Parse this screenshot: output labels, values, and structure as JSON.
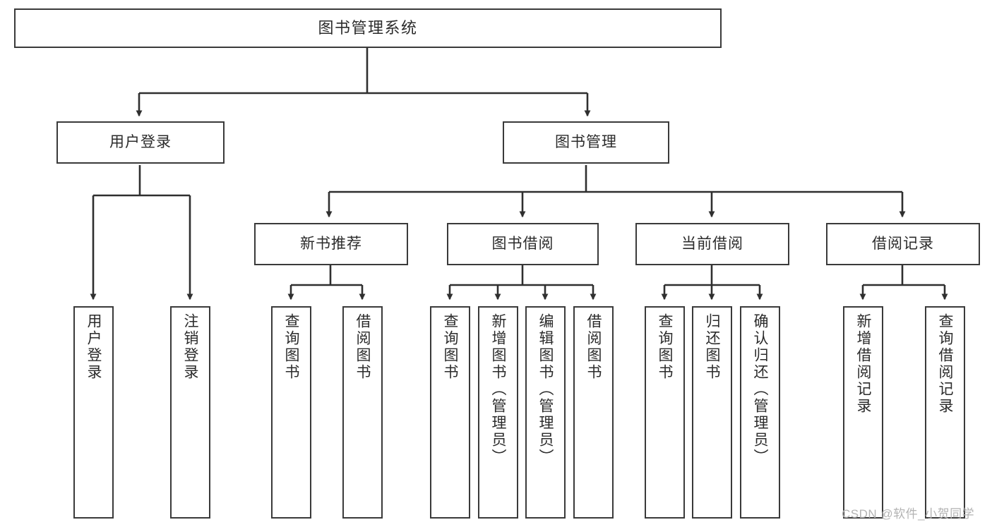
{
  "diagram": {
    "title": "图书管理系统",
    "type": "tree-hierarchy-chart",
    "root": {
      "id": "root",
      "label": "图书管理系统"
    },
    "level1": [
      {
        "id": "user-login",
        "label": "用户登录"
      },
      {
        "id": "book-manage",
        "label": "图书管理"
      }
    ],
    "level2": [
      {
        "id": "new-book-recommend",
        "label": "新书推荐",
        "parent": "book-manage"
      },
      {
        "id": "book-borrow",
        "label": "图书借阅",
        "parent": "book-manage"
      },
      {
        "id": "current-borrow",
        "label": "当前借阅",
        "parent": "book-manage"
      },
      {
        "id": "borrow-record",
        "label": "借阅记录",
        "parent": "book-manage"
      }
    ],
    "leaves": {
      "user-login": [
        {
          "id": "leaf-user-login",
          "label": "用户登录"
        },
        {
          "id": "leaf-logout",
          "label": "注销登录"
        }
      ],
      "new-book-recommend": [
        {
          "id": "leaf-query-book-1",
          "label": "查询图书"
        },
        {
          "id": "leaf-borrow-book-1",
          "label": "借阅图书"
        }
      ],
      "book-borrow": [
        {
          "id": "leaf-query-book-2",
          "label": "查询图书"
        },
        {
          "id": "leaf-add-book",
          "label": "新增图书（管理员）"
        },
        {
          "id": "leaf-edit-book",
          "label": "编辑图书（管理员）"
        },
        {
          "id": "leaf-borrow-book-2",
          "label": "借阅图书"
        }
      ],
      "current-borrow": [
        {
          "id": "leaf-query-book-3",
          "label": "查询图书"
        },
        {
          "id": "leaf-return-book",
          "label": "归还图书"
        },
        {
          "id": "leaf-confirm-return",
          "label": "确认归还（管理员）"
        }
      ],
      "borrow-record": [
        {
          "id": "leaf-add-record",
          "label": "新增借阅记录"
        },
        {
          "id": "leaf-query-record",
          "label": "查询借阅记录"
        }
      ]
    },
    "colors": {
      "border": "#3a3a3a",
      "text": "#2b2b2b",
      "background": "#ffffff",
      "edge": "#2f2f2f",
      "watermark": "#b3b3b3"
    }
  },
  "watermark": {
    "text": "CSDN @软件_小贺同学"
  }
}
